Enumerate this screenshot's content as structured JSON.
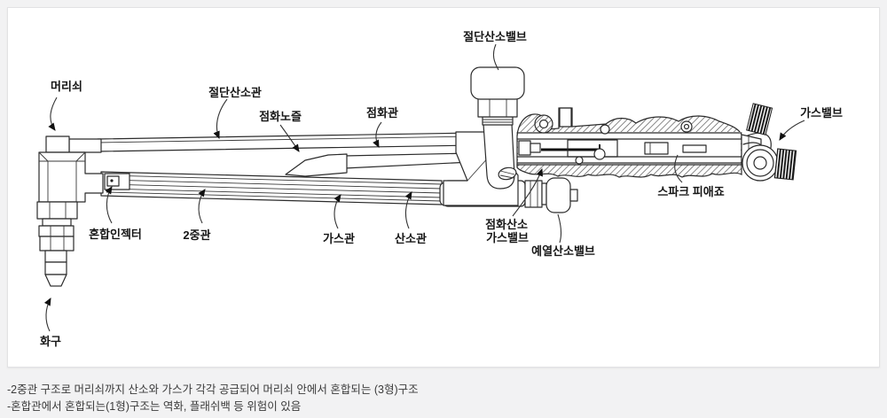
{
  "diagram": {
    "labels": {
      "head": "머리쇠",
      "cutting_oxygen_pipe": "절단산소관",
      "ignition_nozzle": "점화노즐",
      "ignition_pipe": "점화관",
      "cutting_oxygen_valve": "절단산소밸브",
      "gas_valve": "가스밸브",
      "spark_lighter": "스파크 피애죠",
      "mixing_injector": "혼합인젝터",
      "double_pipe": "2중관",
      "gas_pipe": "가스관",
      "oxygen_pipe": "산소관",
      "ignition_oxygen_valve_line1": "점화산소",
      "ignition_oxygen_valve_line2": "가스밸브",
      "preheat_oxygen_valve": "예열산소밸브",
      "tip": "화구"
    }
  },
  "notes": {
    "line1": "-2중관 구조로 머리쇠까지 산소와 가스가 각각 공급되어 머리쇠 안에서 혼합되는 (3형)구조",
    "line2": "-혼합관에서 혼합되는(1형)구조는 역화, 플래쉬백 등 위험이 있음"
  },
  "colors": {
    "page_background": "#f2f2f3",
    "card_background": "#ffffff",
    "card_border": "#e2e2e4",
    "line_ink": "#2b2b2b",
    "note_text": "#3b3b3b"
  }
}
